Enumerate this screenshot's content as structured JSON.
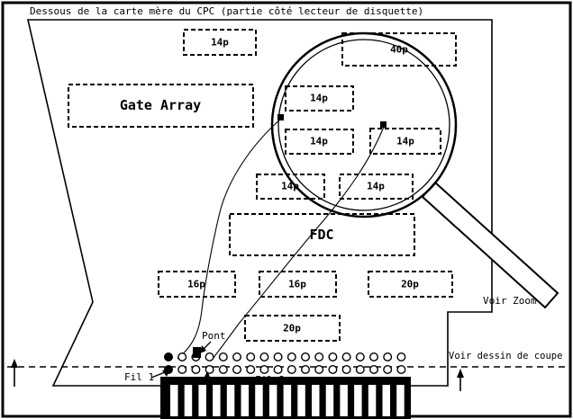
{
  "title": "Dessous de la carte mère du CPC (partie côté lecteur de disquette)",
  "chips": [
    {
      "label": "14p"
    },
    {
      "label": "40p"
    },
    {
      "label": "Gate Array"
    },
    {
      "label": "14p"
    },
    {
      "label": "14p"
    },
    {
      "label": "14p"
    },
    {
      "label": "14p"
    },
    {
      "label": "14p"
    },
    {
      "label": "FDC"
    },
    {
      "label": "16p"
    },
    {
      "label": "16p"
    },
    {
      "label": "20p"
    },
    {
      "label": "20p"
    }
  ],
  "labels": {
    "voir_zoom": "Voir Zoom",
    "voir_coupe": "Voir dessin de coupe",
    "pont": "Pont",
    "fil1": "Fil 1",
    "fil2": "Fil 2"
  },
  "board": {
    "hole_rows": 2,
    "holes_per_row": 18,
    "connector_stripes": 17
  },
  "colors": {
    "ink": "#000000",
    "paper": "#ffffff"
  }
}
